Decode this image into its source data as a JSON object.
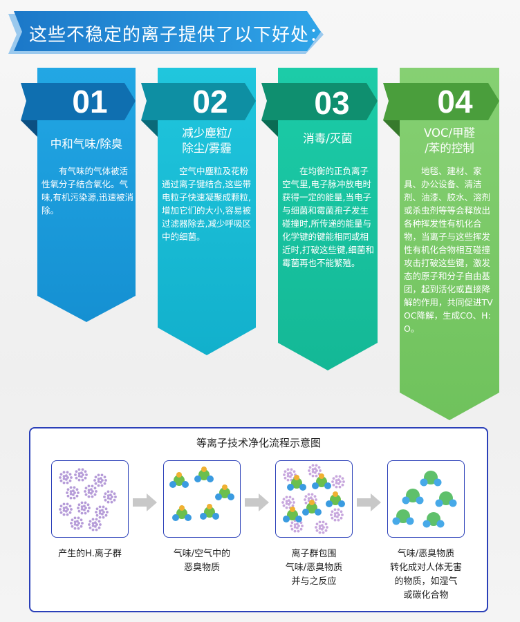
{
  "header": {
    "title": "这些不稳定的离子提供了以下好处："
  },
  "cards": [
    {
      "number": "01",
      "heading": [
        "中和气味/除臭"
      ],
      "body": "有气味的气体被活性氧分子结合氧化。气味,有机污染源,迅速被消除。",
      "color": "#1a9ad6"
    },
    {
      "number": "02",
      "heading": [
        "减少塵粒/",
        "除尘/雾霾"
      ],
      "body": "空气中塵粒及花粉通过离子键结合,这些带电粒子快速凝聚成颗粒,增加它们的大小,容易被过滤器除去,减少呼吸区中的细菌。",
      "color": "#15bcd3"
    },
    {
      "number": "03",
      "heading": [
        "消毒/灭菌"
      ],
      "body": "在均衡的正负离子空气里,电子脉冲放电时获得一定的能量,当电子与细菌和霉菌孢子发生碰撞时,所传递的能量与化学键的键能相同或相近时,打破这些键,细菌和霉菌再也不能繁殖。",
      "color": "#16c3a0"
    },
    {
      "number": "04",
      "heading": [
        "VOC/甲醛",
        "/苯的控制"
      ],
      "body": "地毯、建材、家具、办公设备、清洁剂、油漆、胶水、溶剂或杀虫剂等等会释放出各种挥发性有机化合物，当离子与这些挥发性有机化合物相互碰撞攻击打破这些键，激发态的原子和分子自由基团，起到活化或直接降解的作用，共同促进TVOC降解，生成CO、H:O。",
      "color": "#7dcb6a"
    }
  ],
  "process": {
    "title": "等离子技术净化流程示意图",
    "steps": [
      {
        "caption": [
          "产生的H.离子群"
        ]
      },
      {
        "caption": [
          "气味/空气中的",
          "恶臭物质"
        ]
      },
      {
        "caption": [
          "离子群包围",
          "气味/恶臭物质",
          "并与之反应"
        ]
      },
      {
        "caption": [
          "气味/恶臭物质",
          "转化成对人体无害",
          "的物质，如湿气",
          "或碳化合物"
        ]
      }
    ]
  }
}
